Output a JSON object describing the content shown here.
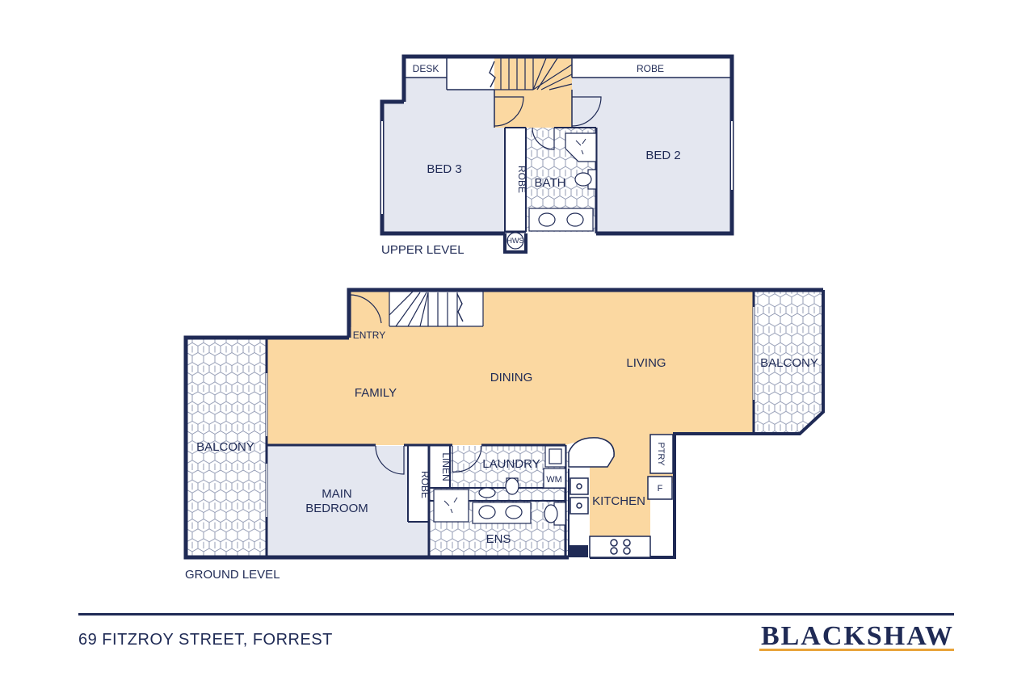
{
  "floorplan": {
    "upper": {
      "level_label": "UPPER LEVEL",
      "rooms": {
        "desk": "DESK",
        "robe_top": "ROBE",
        "bed3": "BED 3",
        "bed2": "BED 2",
        "robe_side": "ROBE",
        "bath": "BATH",
        "hws": "HWS"
      }
    },
    "ground": {
      "level_label": "GROUND LEVEL",
      "rooms": {
        "entry": "ENTRY",
        "family": "FAMILY",
        "dining": "DINING",
        "living": "LIVING",
        "balcony_left": "BALCONY",
        "balcony_right": "BALCONY",
        "main_bedroom_line1": "MAIN",
        "main_bedroom_line2": "BEDROOM",
        "robe": "ROBE",
        "linen": "LINEN",
        "laundry": "LAUNDRY",
        "wm": "WM",
        "kitchen": "KITCHEN",
        "ptry": "PTRY",
        "fridge": "F",
        "ens": "ENS"
      }
    },
    "colors": {
      "wall": "#1f2a55",
      "living_fill": "#fbd8a1",
      "bedroom_fill": "#e4e7f0",
      "tile_fill": "#ffffff",
      "tile_stroke": "#8a93ae",
      "accent": "#e8a33a"
    }
  },
  "footer": {
    "address": "69 FITZROY STREET, FORREST",
    "brand": "BLACKSHAW"
  }
}
